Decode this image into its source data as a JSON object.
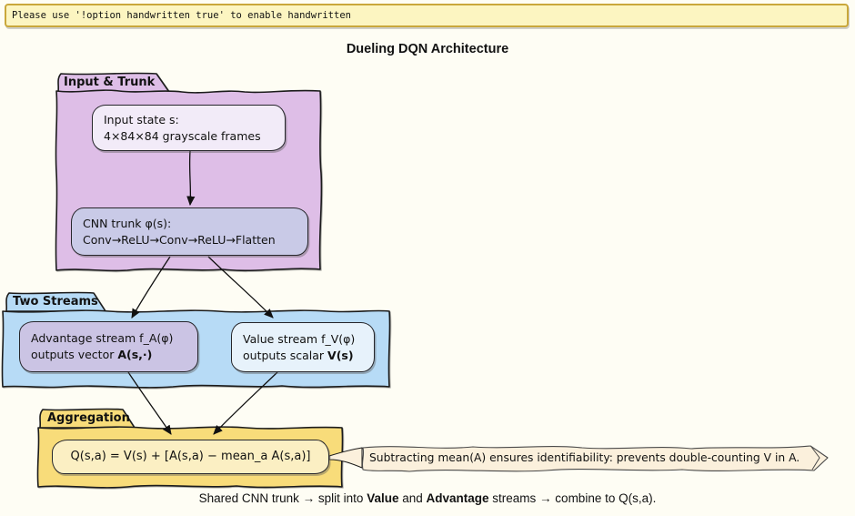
{
  "banner": {
    "text": "Please use '!option handwritten true' to enable handwritten"
  },
  "title": "Dueling DQN Architecture",
  "groups": {
    "input_trunk": {
      "label": "Input & Trunk"
    },
    "two_streams": {
      "label": "Two Streams"
    },
    "aggregation": {
      "label": "Aggregation"
    }
  },
  "nodes": {
    "input_state": {
      "line1": "Input state s:",
      "line2": "4×84×84 grayscale frames"
    },
    "cnn_trunk": {
      "line1": "CNN trunk φ(s):",
      "line2": "Conv→ReLU→Conv→ReLU→Flatten"
    },
    "advantage": {
      "line1": "Advantage stream f_A(φ)",
      "line2_prefix": "outputs vector ",
      "line2_bold": "A(s,·)"
    },
    "value": {
      "line1": "Value stream f_V(φ)",
      "line2_prefix": "outputs scalar ",
      "line2_bold": "V(s)"
    },
    "q": {
      "formula": "Q(s,a) = V(s) + [A(s,a) − mean_a A(s,a)]"
    }
  },
  "note": {
    "text": "Subtracting mean(A) ensures identifiability: prevents double-counting V in A."
  },
  "caption": {
    "p1": "Shared CNN trunk → split into ",
    "p2": "Value",
    "p3": " and ",
    "p4": "Advantage",
    "p5": " streams → combine to Q(s,a)."
  },
  "colors": {
    "page_bg": "#FEFDF4",
    "banner_bg": "#FCF5C1",
    "banner_border": "#C9A73B",
    "group_input_trunk": "#DEBEE7",
    "group_two_streams": "#B7DBF6",
    "group_aggregation": "#F8DC7A",
    "node_input_state": "#F2EBF8",
    "node_cnn_trunk": "#C9CAE7",
    "node_advantage": "#CBC4E4",
    "node_value": "#E7F2FB",
    "node_q": "#FBEFC3",
    "note_bg": "#FBF0DC",
    "stroke": "#1B1B1B"
  }
}
